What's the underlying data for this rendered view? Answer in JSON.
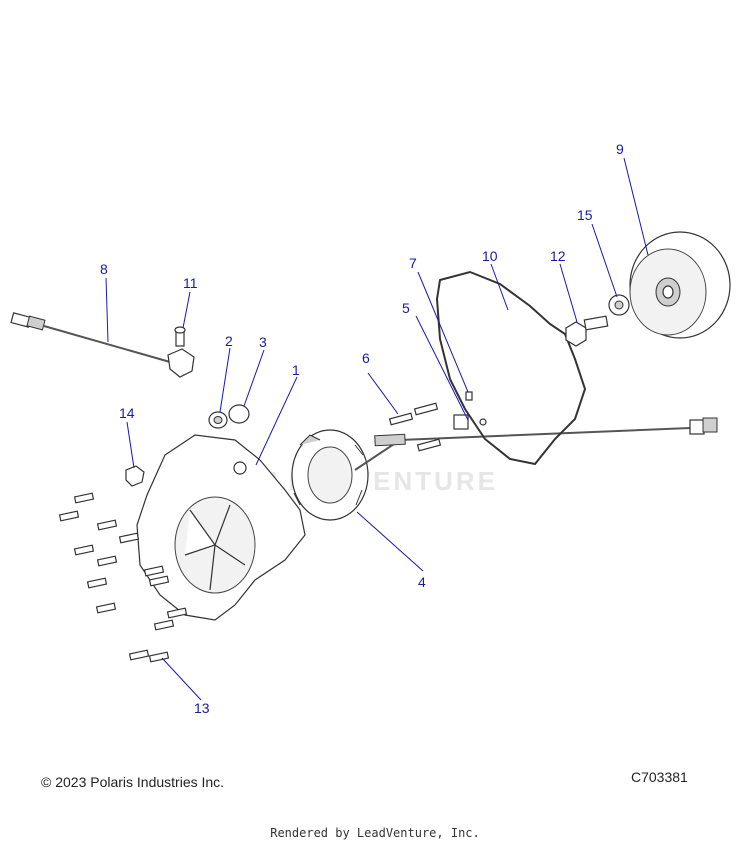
{
  "callouts": {
    "c1": "1",
    "c2": "2",
    "c3": "3",
    "c4": "4",
    "c5": "5",
    "c6": "6",
    "c7": "7",
    "c8": "8",
    "c9": "9",
    "c10": "10",
    "c11": "11",
    "c12": "12",
    "c13": "13",
    "c14": "14",
    "c15": "15"
  },
  "footer": {
    "copyright": "© 2023 Polaris Industries Inc.",
    "part_code": "C703381",
    "rendered_by": "Rendered by LeadVenture, Inc."
  },
  "watermark": "LEADVENTURE",
  "colors": {
    "callout": "#1a1aa6",
    "line": "#333333"
  }
}
